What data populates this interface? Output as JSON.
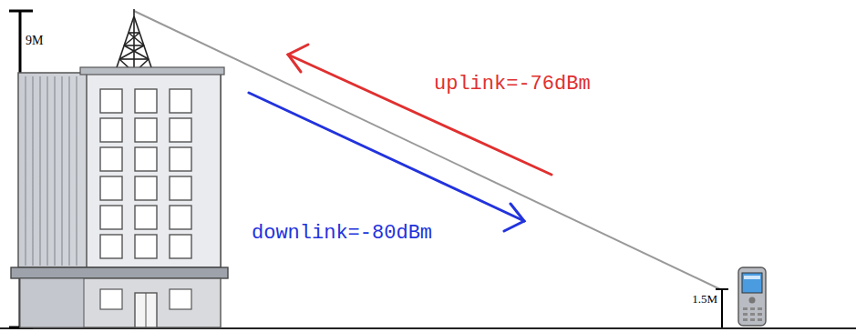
{
  "diagram": {
    "labels": [
      "9M",
      "uplink=-76dBm",
      "downlink=-80dBm",
      "1.5M"
    ]
  }
}
